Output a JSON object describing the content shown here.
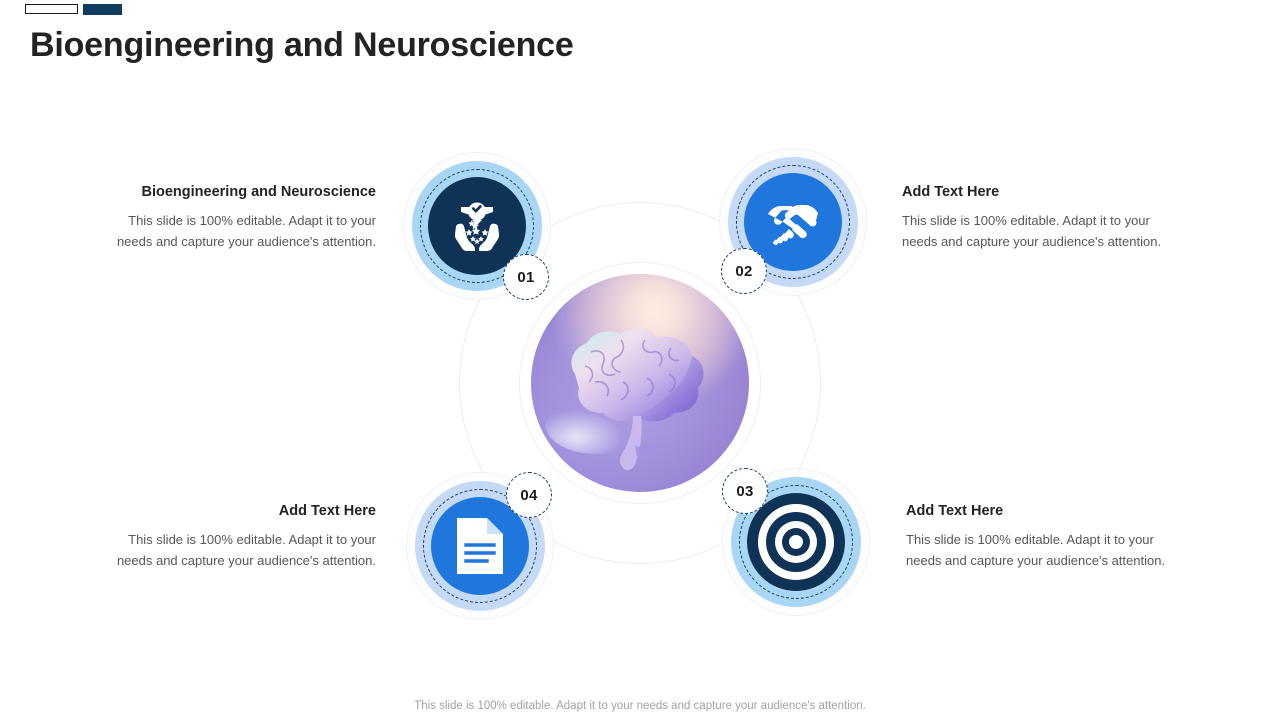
{
  "header": {
    "title": "Bioengineering and Neuroscience",
    "accent_outline_color": "#1b1b1b",
    "accent_fill_color": "#103c60"
  },
  "theme": {
    "navy": "#0e3356",
    "blue": "#1f77dd",
    "band_strong": "#a9d6f5",
    "band_pale": "#c4daf6",
    "heading_color": "#232323",
    "body_color": "#56575a",
    "footer_color": "#a2a2a2"
  },
  "center": {
    "name": "brain-illustration",
    "alt": "Human brain rendering",
    "gradient_from": "#b3a2de",
    "gradient_to": "#8f79cf"
  },
  "nodes": [
    {
      "number": "01",
      "icon": "hands-holding-award-icon",
      "disc_style": "navy",
      "band_style": "strong",
      "heading": "Bioengineering and Neuroscience",
      "body": "This slide is 100% editable. Adapt it to your needs and capture your audience's attention.",
      "align": "right"
    },
    {
      "number": "02",
      "icon": "handshake-icon",
      "disc_style": "blue",
      "band_style": "pale",
      "heading": "Add Text Here",
      "body": "This slide is 100% editable. Adapt it to your needs and capture your audience's attention.",
      "align": "left"
    },
    {
      "number": "03",
      "icon": "target-bullseye-icon",
      "disc_style": "navy",
      "band_style": "strong",
      "heading": "Add Text Here",
      "body": "This slide is 100% editable. Adapt it to your needs and capture your audience's attention.",
      "align": "left"
    },
    {
      "number": "04",
      "icon": "document-page-icon",
      "disc_style": "blue",
      "band_style": "pale",
      "heading": "Add Text Here",
      "body": "This slide is 100% editable. Adapt it to your needs and capture your audience's attention.",
      "align": "right"
    }
  ],
  "footer": {
    "note": "This slide is 100% editable. Adapt it to your needs and capture your audience's attention."
  }
}
